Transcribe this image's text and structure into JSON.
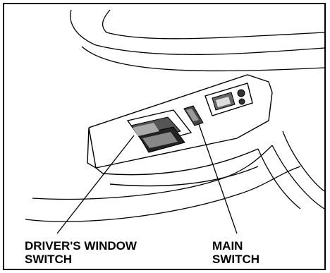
{
  "labels": {
    "driver_window_switch": {
      "line1": "DRIVER'S WINDOW",
      "line2": "SWITCH"
    },
    "main_switch": {
      "line1": "MAIN",
      "line2": "SWITCH"
    }
  },
  "colors": {
    "ink": "#000000",
    "paper": "#ffffff",
    "shade": "#777777"
  }
}
